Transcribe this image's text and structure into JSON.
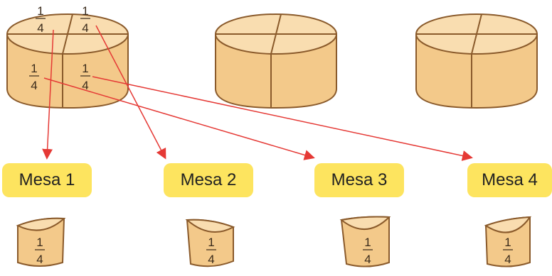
{
  "colors": {
    "cheese_side": "#f3c98a",
    "cheese_top": "#f9ddb0",
    "outline": "#8a5a2b",
    "arrow": "#e53935",
    "label_bg": "#fde45f"
  },
  "fraction": {
    "numerator": "1",
    "denominator": "4"
  },
  "tables": [
    {
      "label": "Mesa 1"
    },
    {
      "label": "Mesa 2"
    },
    {
      "label": "Mesa 3"
    },
    {
      "label": "Mesa 4"
    }
  ]
}
